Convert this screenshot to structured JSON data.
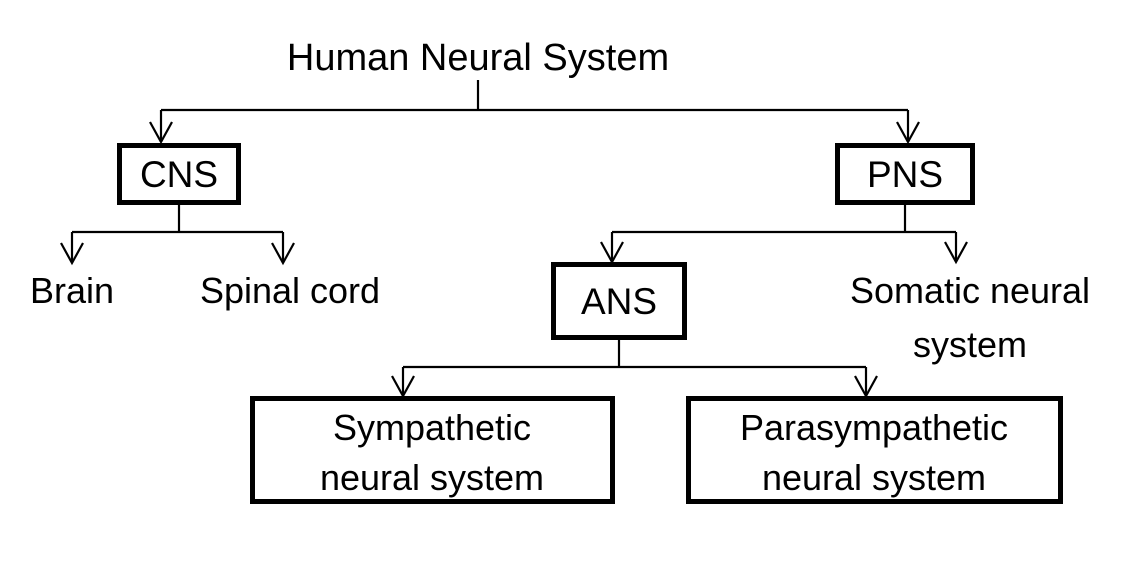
{
  "diagram": {
    "title": "Human Neural System",
    "type": "hierarchy-flowchart",
    "background_color": "#ffffff",
    "line_color": "#000000",
    "text_color": "#000000",
    "nodes": {
      "root": {
        "label": "Human Neural System",
        "style": "plain-text"
      },
      "cns": {
        "label": "CNS",
        "style": "boxed"
      },
      "pns": {
        "label": "PNS",
        "style": "boxed"
      },
      "brain": {
        "label": "Brain",
        "style": "plain-text"
      },
      "spinal_cord": {
        "label": "Spinal cord",
        "style": "plain-text"
      },
      "ans": {
        "label": "ANS",
        "style": "boxed"
      },
      "somatic": {
        "label_line1": "Somatic neural",
        "label_line2": "system",
        "style": "plain-text"
      },
      "sympathetic": {
        "label_line1": "Sympathetic",
        "label_line2": "neural system",
        "style": "boxed"
      },
      "parasympathetic": {
        "label_line1": "Parasympathetic",
        "label_line2": "neural system",
        "style": "boxed"
      }
    },
    "edges": [
      {
        "from": "root",
        "to": "cns"
      },
      {
        "from": "root",
        "to": "pns"
      },
      {
        "from": "cns",
        "to": "brain"
      },
      {
        "from": "cns",
        "to": "spinal_cord"
      },
      {
        "from": "pns",
        "to": "ans"
      },
      {
        "from": "pns",
        "to": "somatic"
      },
      {
        "from": "ans",
        "to": "sympathetic"
      },
      {
        "from": "ans",
        "to": "parasympathetic"
      }
    ]
  }
}
